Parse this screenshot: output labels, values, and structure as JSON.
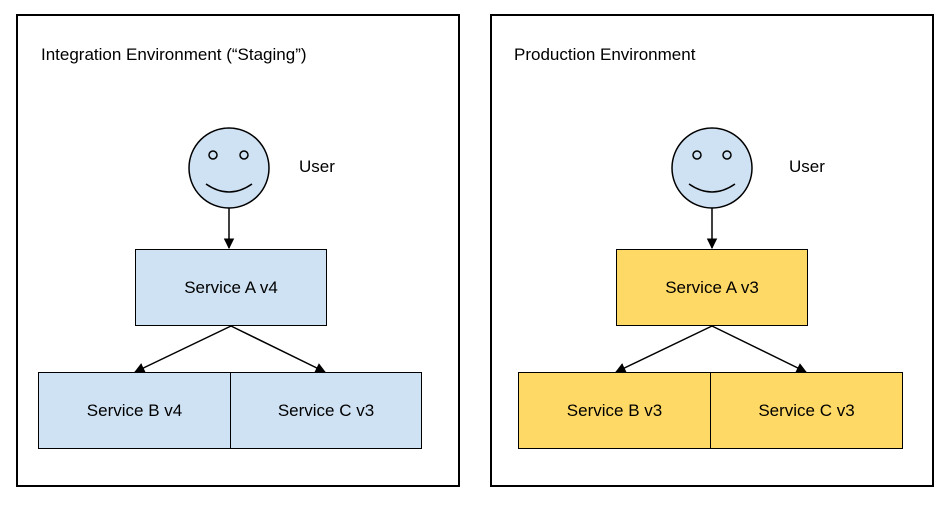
{
  "colors": {
    "staging_fill": "#cfe2f3",
    "production_fill": "#ffd966",
    "line": "#000000"
  },
  "staging": {
    "title": "Integration Environment (“Staging”)",
    "user_label": "User",
    "service_a": "Service A v4",
    "service_b": "Service B v4",
    "service_c": "Service C v3"
  },
  "production": {
    "title": "Production Environment",
    "user_label": "User",
    "service_a": "Service A v3",
    "service_b": "Service B v3",
    "service_c": "Service C v3"
  },
  "icons": [
    "smiley-face-icon"
  ]
}
